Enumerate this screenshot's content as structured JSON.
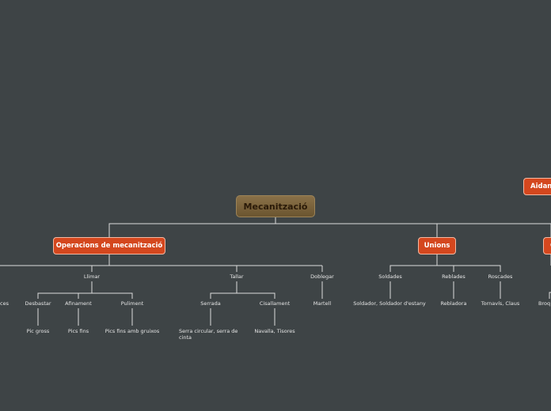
{
  "root": "Mecanització",
  "branches": {
    "operacions": "Operacions de mecanització",
    "unions": "Unions",
    "aidant": "Aidan",
    "right_cut": "O"
  },
  "operacions": {
    "llimar": "Llimar",
    "tallar": "Tallar",
    "doblegar": "Doblegar",
    "cut_left": "ces",
    "desbastar": "Desbastar",
    "afinament": "Afinament",
    "puliment": "Puliment",
    "pic_gross": "Pic gross",
    "pics_fins": "Pics fins",
    "pics_fins_gruixos": "Pics fins amb gruixos",
    "serrada": "Serrada",
    "cisallament": "Cisallament",
    "serra": "Serra circular, serra de cinta",
    "navalla": "Navalla, Tisores",
    "martell": "Martell"
  },
  "unions": {
    "soldades": "Soldades",
    "reblades": "Reblades",
    "roscades": "Roscades",
    "soldador": "Soldador, Soldador d'estany",
    "rebladora": "Rebladora",
    "tornavis": "Tornavís, Claus",
    "broq_cut": "Broq"
  }
}
